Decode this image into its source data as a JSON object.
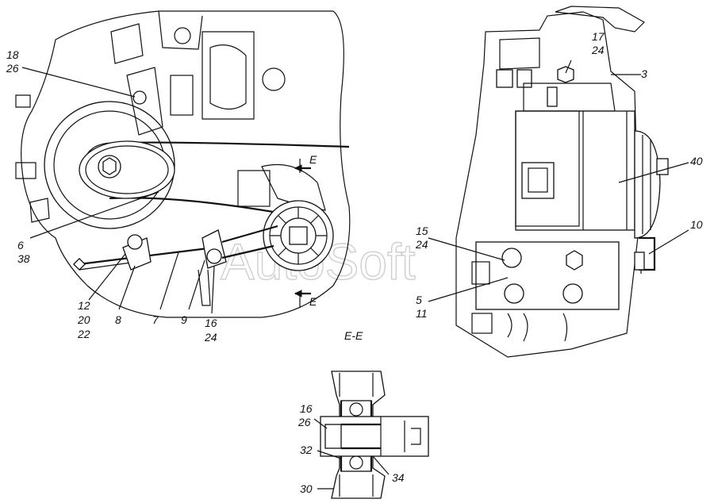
{
  "section_title": "E-E",
  "watermark": "AutoSoft",
  "left_view": {
    "callouts": [
      {
        "id": "c18",
        "lines": [
          "18",
          "26"
        ]
      },
      {
        "id": "c6",
        "lines": [
          "6",
          "38"
        ]
      },
      {
        "id": "c12",
        "lines": [
          "12",
          "20",
          "22"
        ]
      },
      {
        "id": "c8",
        "lines": [
          "8"
        ]
      },
      {
        "id": "c7",
        "lines": [
          "7"
        ]
      },
      {
        "id": "c9",
        "lines": [
          "9"
        ]
      },
      {
        "id": "c16",
        "lines": [
          "16",
          "24"
        ]
      }
    ],
    "section_marks": [
      "E",
      "E"
    ]
  },
  "right_view": {
    "callouts": [
      {
        "id": "c17",
        "lines": [
          "17",
          "24"
        ]
      },
      {
        "id": "c3",
        "lines": [
          "3"
        ]
      },
      {
        "id": "c40",
        "lines": [
          "40"
        ]
      },
      {
        "id": "c10",
        "lines": [
          "10"
        ]
      },
      {
        "id": "c15",
        "lines": [
          "15",
          "24"
        ]
      },
      {
        "id": "c5",
        "lines": [
          "5",
          "11"
        ]
      }
    ]
  },
  "section_view": {
    "callouts": [
      {
        "id": "s16",
        "lines": [
          "16",
          "26"
        ]
      },
      {
        "id": "s32",
        "lines": [
          "32"
        ]
      },
      {
        "id": "s34",
        "lines": [
          "34"
        ]
      },
      {
        "id": "s30",
        "lines": [
          "30"
        ]
      }
    ]
  }
}
